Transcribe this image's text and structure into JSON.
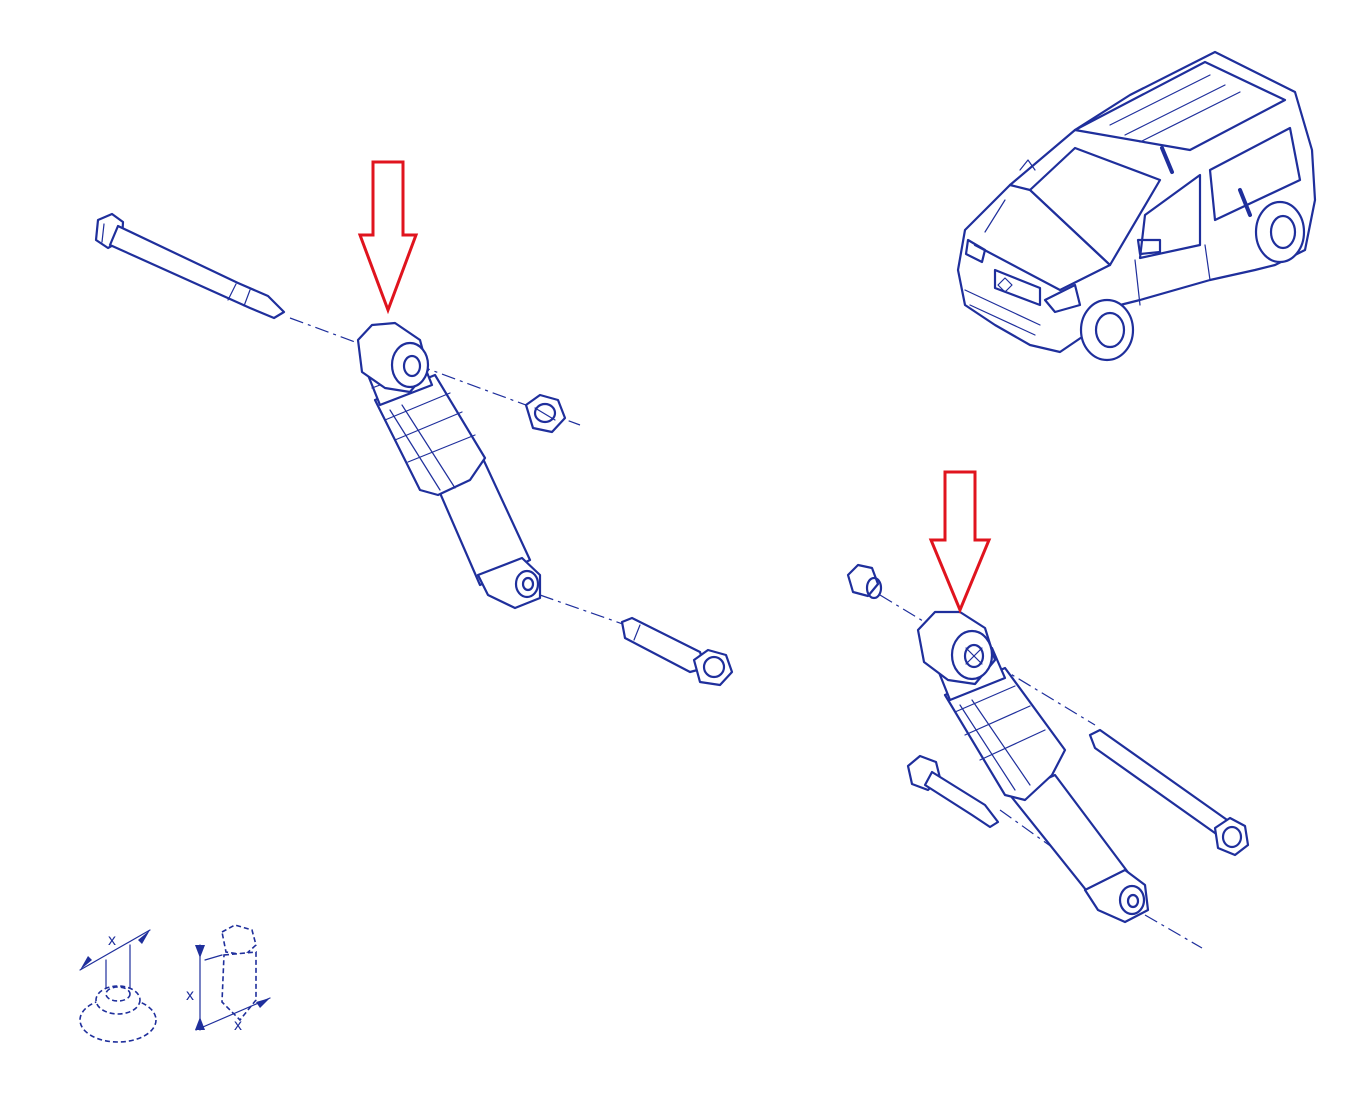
{
  "colors": {
    "ink": "#1f2f9c",
    "arrow": "#e0141e",
    "background": "#ffffff"
  },
  "legend": {
    "nut_dimension_label": "x",
    "bolt_length_label": "x",
    "bolt_thread_label": "x"
  }
}
